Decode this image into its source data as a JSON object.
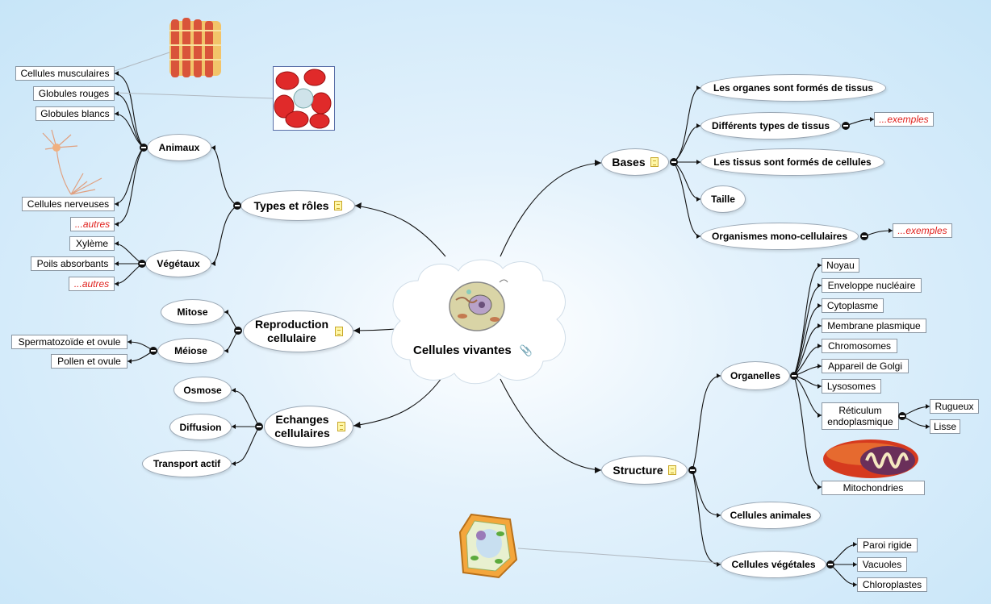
{
  "center": {
    "title": "Cellules vivantes",
    "attachment_icon": "paperclip-icon"
  },
  "branches": {
    "types_roles": {
      "title": "Types et rôles",
      "animaux": {
        "label": "Animaux",
        "items": [
          "Cellules musculaires",
          "Globules rouges",
          "Globules blancs",
          "Cellules nerveuses",
          "...autres"
        ]
      },
      "vegetaux": {
        "label": "Végétaux",
        "items": [
          "Xylème",
          "Poils absorbants",
          "...autres"
        ]
      }
    },
    "reproduction": {
      "title": "Reproduction cellulaire",
      "mitose": "Mitose",
      "meiose": {
        "label": "Méiose",
        "items": [
          "Spermatozoïde et ovule",
          "Pollen et ovule"
        ]
      }
    },
    "echanges": {
      "title": "Echanges cellulaires",
      "items": [
        "Osmose",
        "Diffusion",
        "Transport actif"
      ]
    },
    "bases": {
      "title": "Bases",
      "items": [
        "Les organes sont formés de tissus",
        "Différents types de tissus",
        "Les tissus sont formés de cellules",
        "Taille",
        "Organismes mono-cellulaires"
      ],
      "exemples_1": "...exemples",
      "exemples_2": "...exemples"
    },
    "structure": {
      "title": "Structure",
      "organelles": {
        "label": "Organelles",
        "items": [
          "Noyau",
          "Enveloppe nucléaire",
          "Cytoplasme",
          "Membrane plasmique",
          "Chromosomes",
          "Appareil de Golgi",
          "Lysosomes",
          "Réticulum endoplasmique",
          "Mitochondries"
        ],
        "reticulum_children": [
          "Rugueux",
          "Lisse"
        ]
      },
      "cellules_animales": "Cellules animales",
      "cellules_vegetales": {
        "label": "Cellules végétales",
        "items": [
          "Paroi rigide",
          "Vacuoles",
          "Chloroplastes"
        ]
      }
    }
  },
  "colors": {
    "background": "#c7e5f8",
    "line": "#111111",
    "red_text": "#e0201c"
  },
  "icons": [
    "note-icon",
    "collapse-icon",
    "paperclip-icon"
  ]
}
